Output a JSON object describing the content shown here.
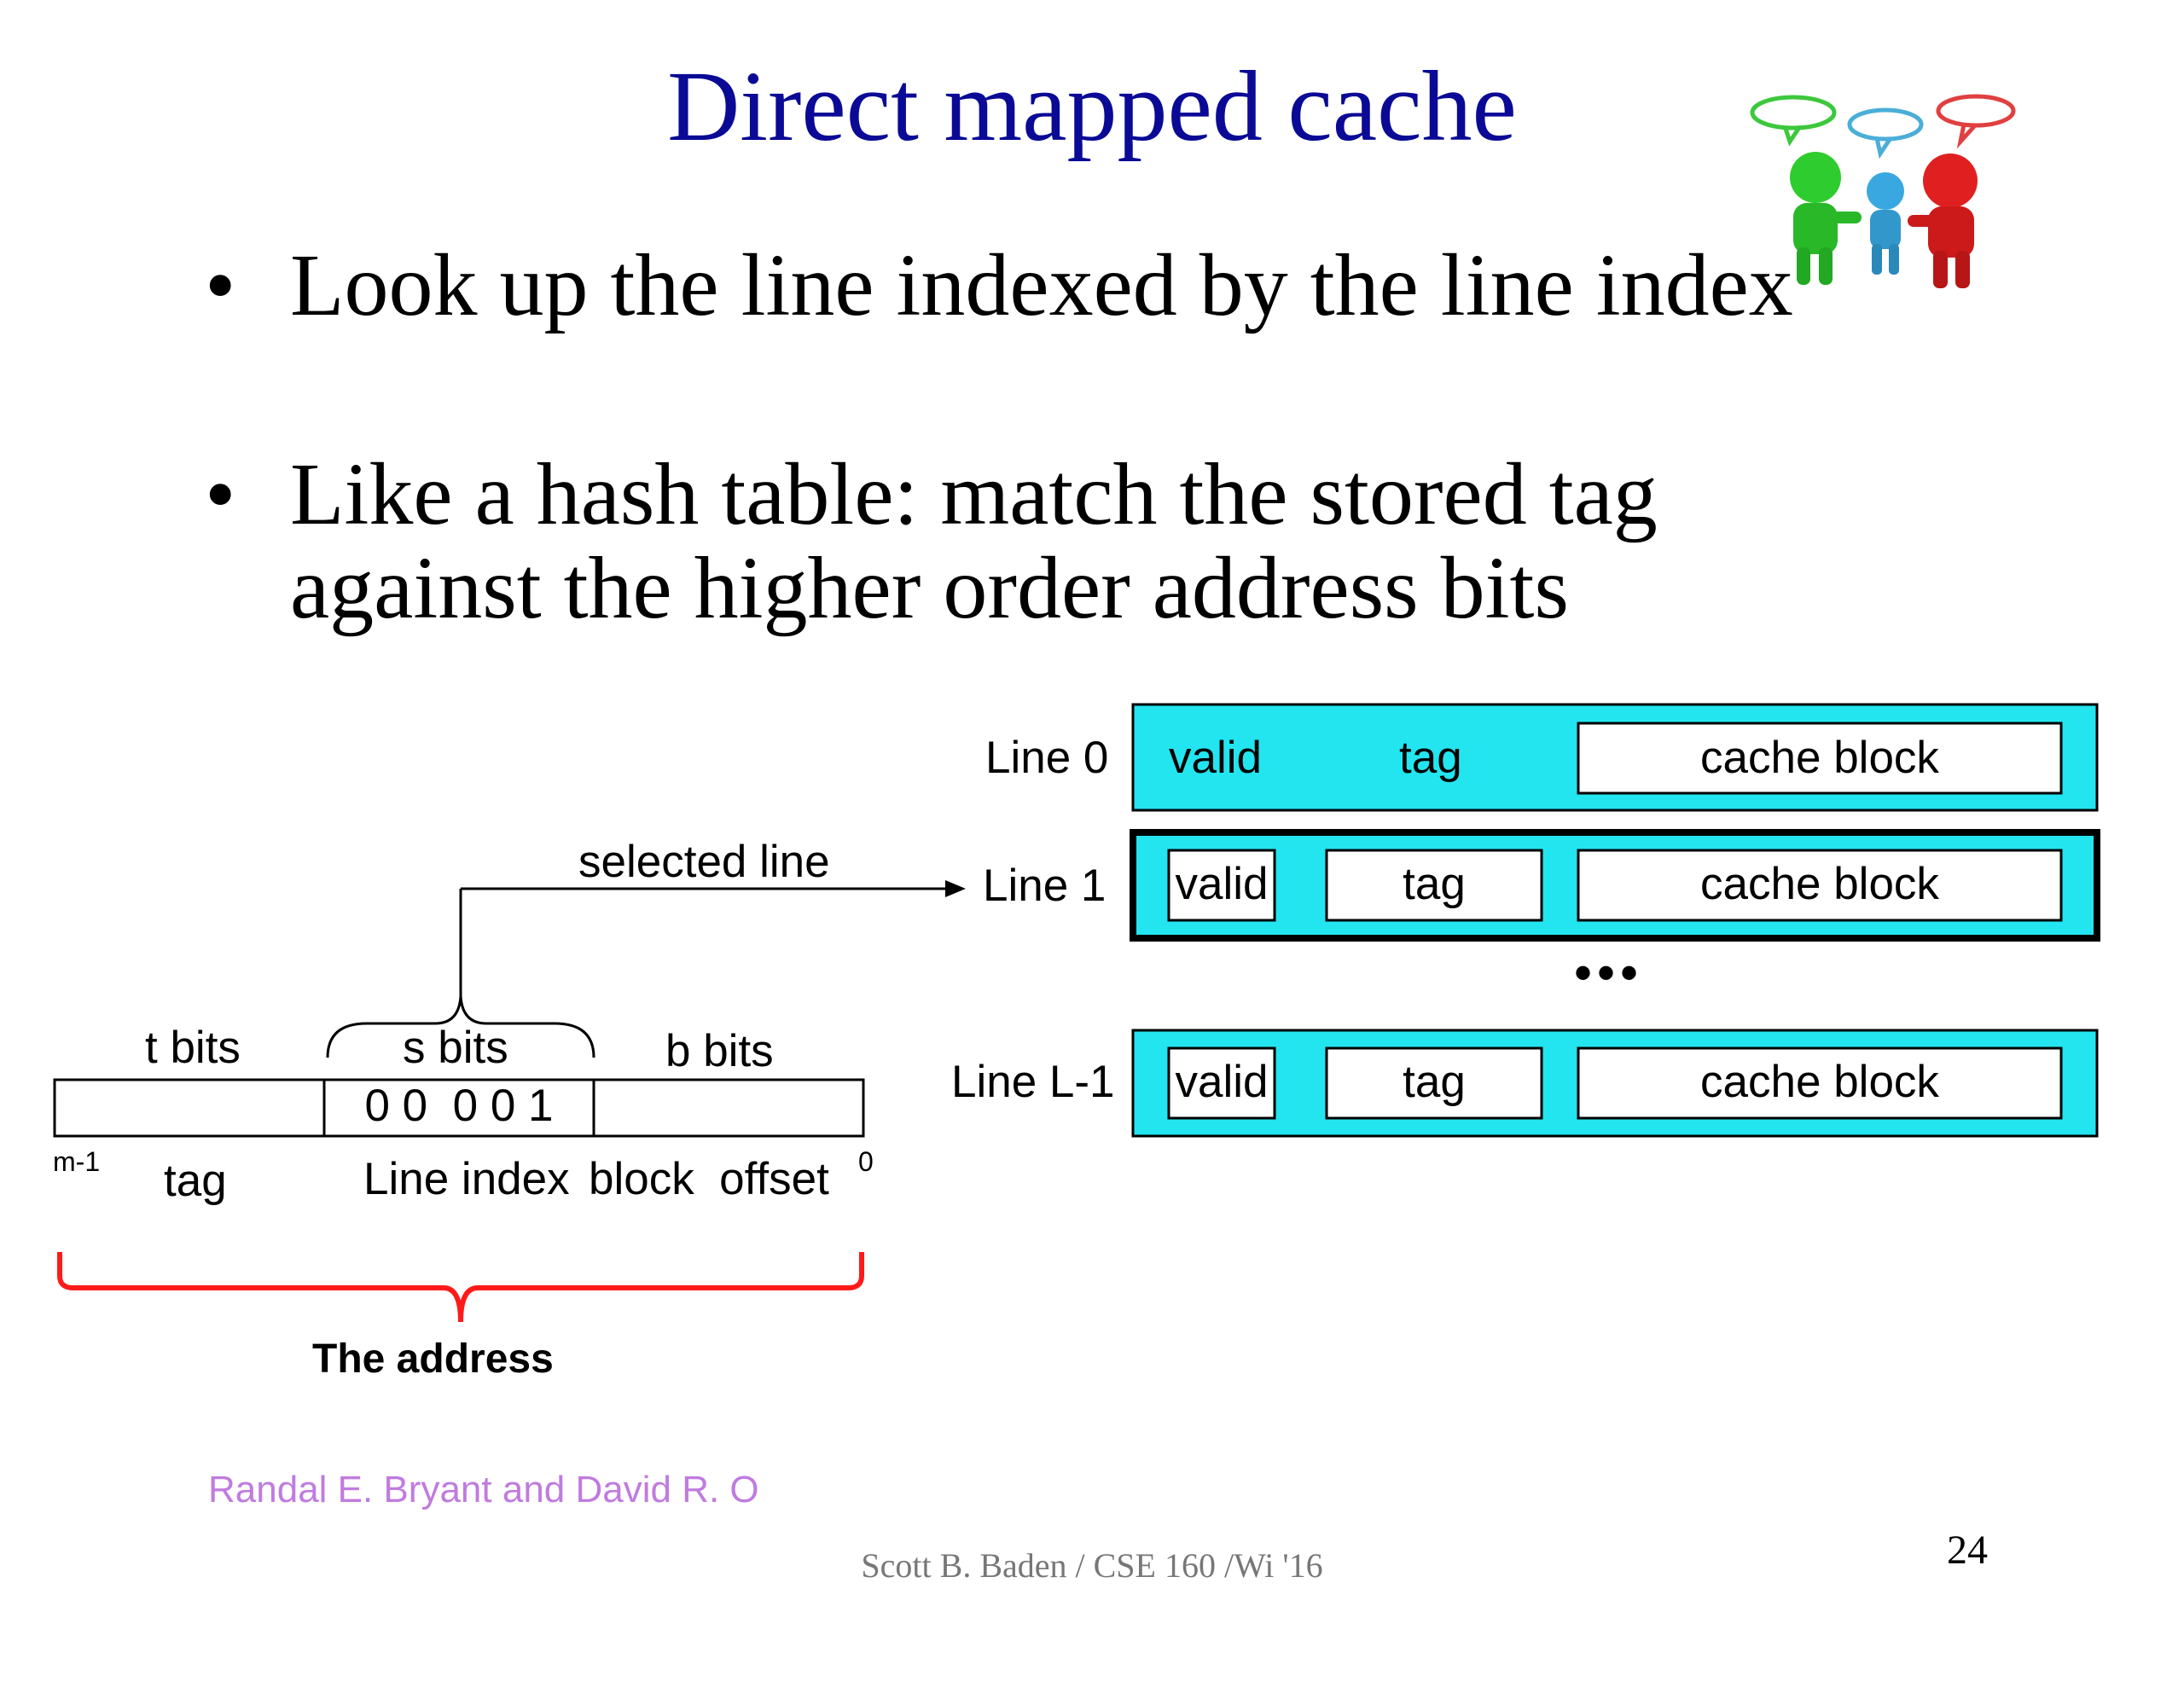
{
  "title": "Direct mapped cache",
  "bullets": [
    "Look up the line indexed by the line index",
    "Like a hash table: match the stored tag against the higher order address  bits"
  ],
  "colors": {
    "title": "#0a0a96",
    "line_fill": "#22e5f0",
    "brace": "#ff1a1a",
    "credit": "#c07be0"
  },
  "cache": {
    "lines": [
      {
        "label": "Line 0",
        "valid": "valid",
        "tag": "tag",
        "block": "cache block"
      },
      {
        "label": "Line 1",
        "valid": "valid",
        "tag": "tag",
        "block": "cache block"
      },
      {
        "label": "Line L-1",
        "valid": "valid",
        "tag": "tag",
        "block": "cache block"
      }
    ],
    "ellipsis": "•••",
    "selected_label": "selected line"
  },
  "address": {
    "t_bits": "t bits",
    "s_bits": "s bits",
    "b_bits": "b bits",
    "index_value": "0 0  0 0 1",
    "msb": "m-1",
    "lsb": "0",
    "tag_label": "tag",
    "index_label": "Line index",
    "offset_label": "block  offset",
    "caption": "The address"
  },
  "icon": "people-talking-icon",
  "credit": "Randal E. Bryant and David R. O",
  "footer": "Scott B. Baden / CSE 160 /Wi '16",
  "page_number": "24"
}
